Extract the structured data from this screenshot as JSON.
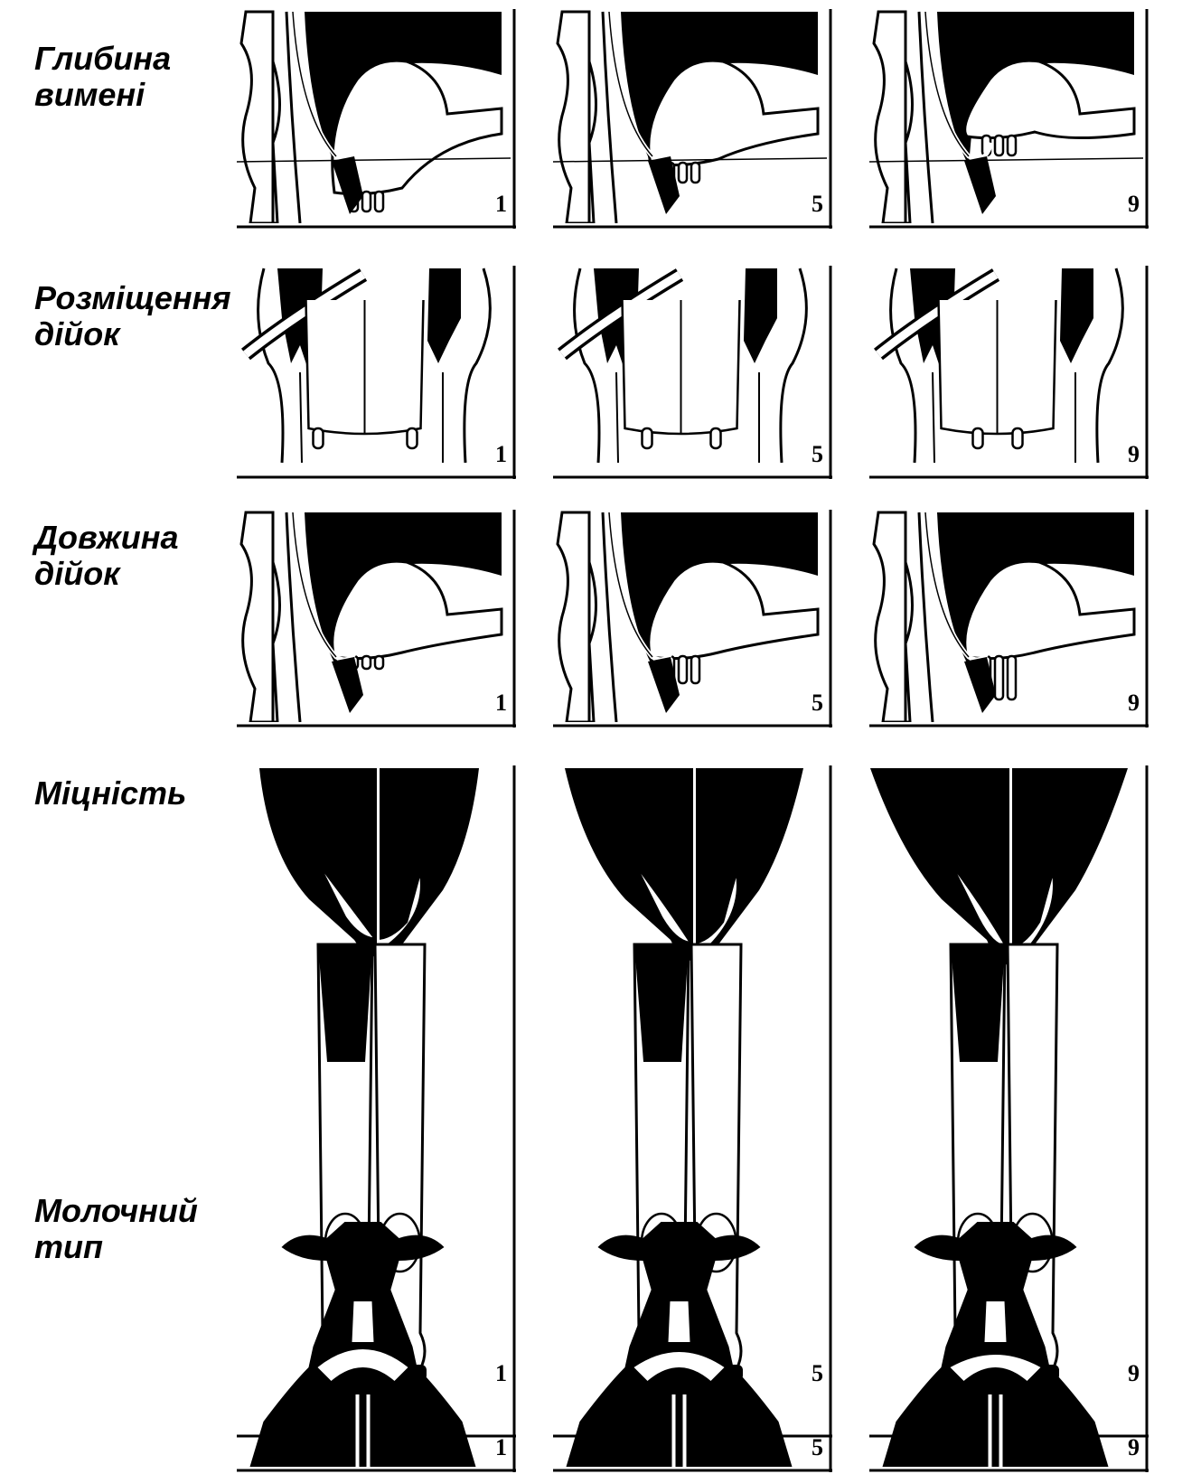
{
  "rows": [
    {
      "id": "udder-depth",
      "label_lines": [
        "Глибина",
        "вимені"
      ],
      "view": "side-udder",
      "variant": "depth",
      "scores": [
        "1",
        "5",
        "9"
      ]
    },
    {
      "id": "teat-placement",
      "label_lines": [
        "Розміщення",
        "дійок"
      ],
      "view": "rear-udder",
      "scores": [
        "1",
        "5",
        "9"
      ]
    },
    {
      "id": "teat-length",
      "label_lines": [
        "Довжина",
        "дійок"
      ],
      "view": "side-udder",
      "variant": "teats",
      "scores": [
        "1",
        "5",
        "9"
      ]
    },
    {
      "id": "strength",
      "label_lines": [
        "Міцність"
      ],
      "view": "front-legs",
      "scores": [
        "1",
        "5",
        "9"
      ]
    },
    {
      "id": "dairy-form",
      "label_lines": [
        "Молочний",
        "тип"
      ],
      "view": "top-back",
      "scores": [
        "1",
        "5",
        "9"
      ]
    }
  ],
  "colors": {
    "ink": "#000000",
    "paper": "#ffffff"
  }
}
